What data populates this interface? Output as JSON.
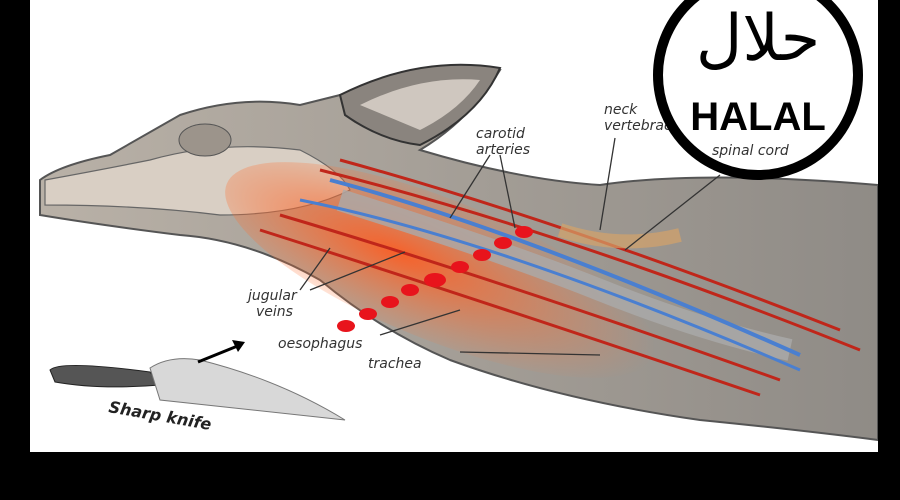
{
  "diagram": {
    "labels": {
      "carotid_1": "carotid",
      "carotid_2": "arteries",
      "neck_1": "neck",
      "neck_2": "vertebrae",
      "spinal": "spinal cord",
      "jugular_1": "jugular",
      "jugular_2": "veins",
      "oesophagus": "oesophagus",
      "trachea": "trachea",
      "knife": "Sharp knife"
    },
    "badge": {
      "arabic": "حلال",
      "latin": "HALAL"
    },
    "colors": {
      "artery": "#c0261a",
      "vein": "#4a7fd0",
      "cut_mark": "#e8141c",
      "background": "#ffffff",
      "frame": "#000000"
    }
  }
}
